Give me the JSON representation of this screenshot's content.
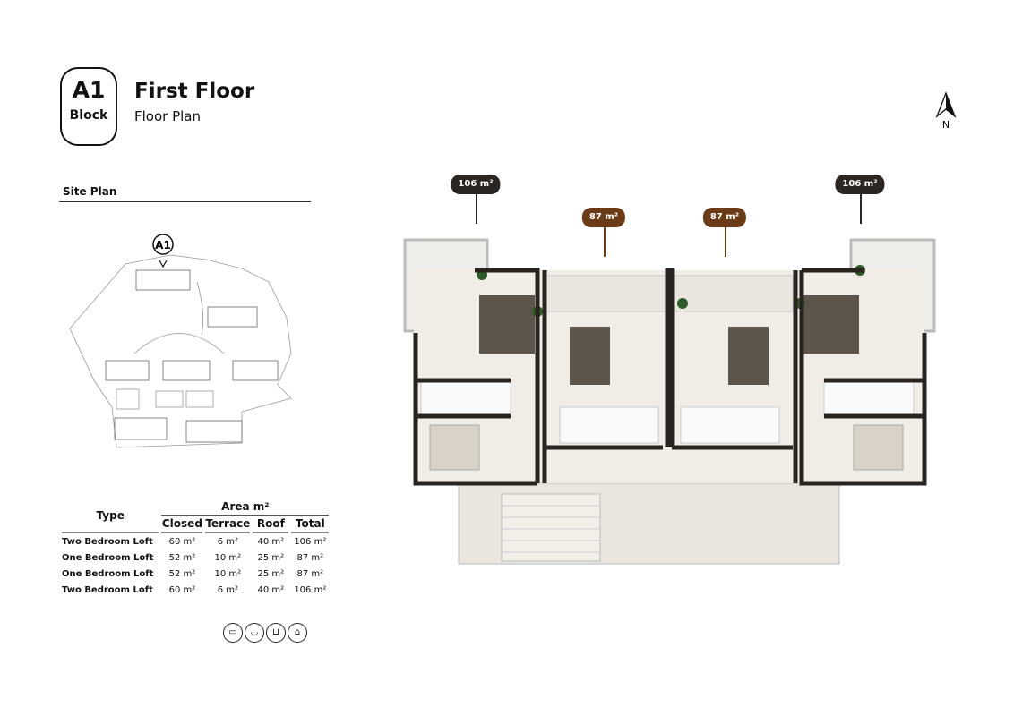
{
  "header": {
    "block_code": "A1",
    "block_word": "Block",
    "title": "First Floor",
    "subtitle": "Floor Plan"
  },
  "site_plan": {
    "label": "Site Plan",
    "marker": "A1"
  },
  "table": {
    "type_header": "Type",
    "area_header": "Area m²",
    "columns": [
      "Closed",
      "Terrace",
      "Roof",
      "Total"
    ],
    "rows": [
      {
        "type": "Two Bedroom Loft",
        "closed": "60 m²",
        "terrace": "6 m²",
        "roof": "40 m²",
        "total": "106 m²"
      },
      {
        "type": "One Bedroom Loft",
        "closed": "52 m²",
        "terrace": "10 m²",
        "roof": "25 m²",
        "total": "87 m²"
      },
      {
        "type": "One Bedroom Loft",
        "closed": "52 m²",
        "terrace": "10 m²",
        "roof": "25 m²",
        "total": "87 m²"
      },
      {
        "type": "Two Bedroom Loft",
        "closed": "60 m²",
        "terrace": "6 m²",
        "roof": "40 m²",
        "total": "106 m²"
      }
    ]
  },
  "amenities": [
    "bed-icon",
    "bath-icon",
    "sofa-icon",
    "kitchen-icon"
  ],
  "compass": {
    "label": "N"
  },
  "unit_tags": [
    {
      "label": "106 m²",
      "color": "#2b2622"
    },
    {
      "label": "87 m²",
      "color": "#6b3a16"
    },
    {
      "label": "87 m²",
      "color": "#6b3a16"
    },
    {
      "label": "106 m²",
      "color": "#2b2622"
    }
  ]
}
